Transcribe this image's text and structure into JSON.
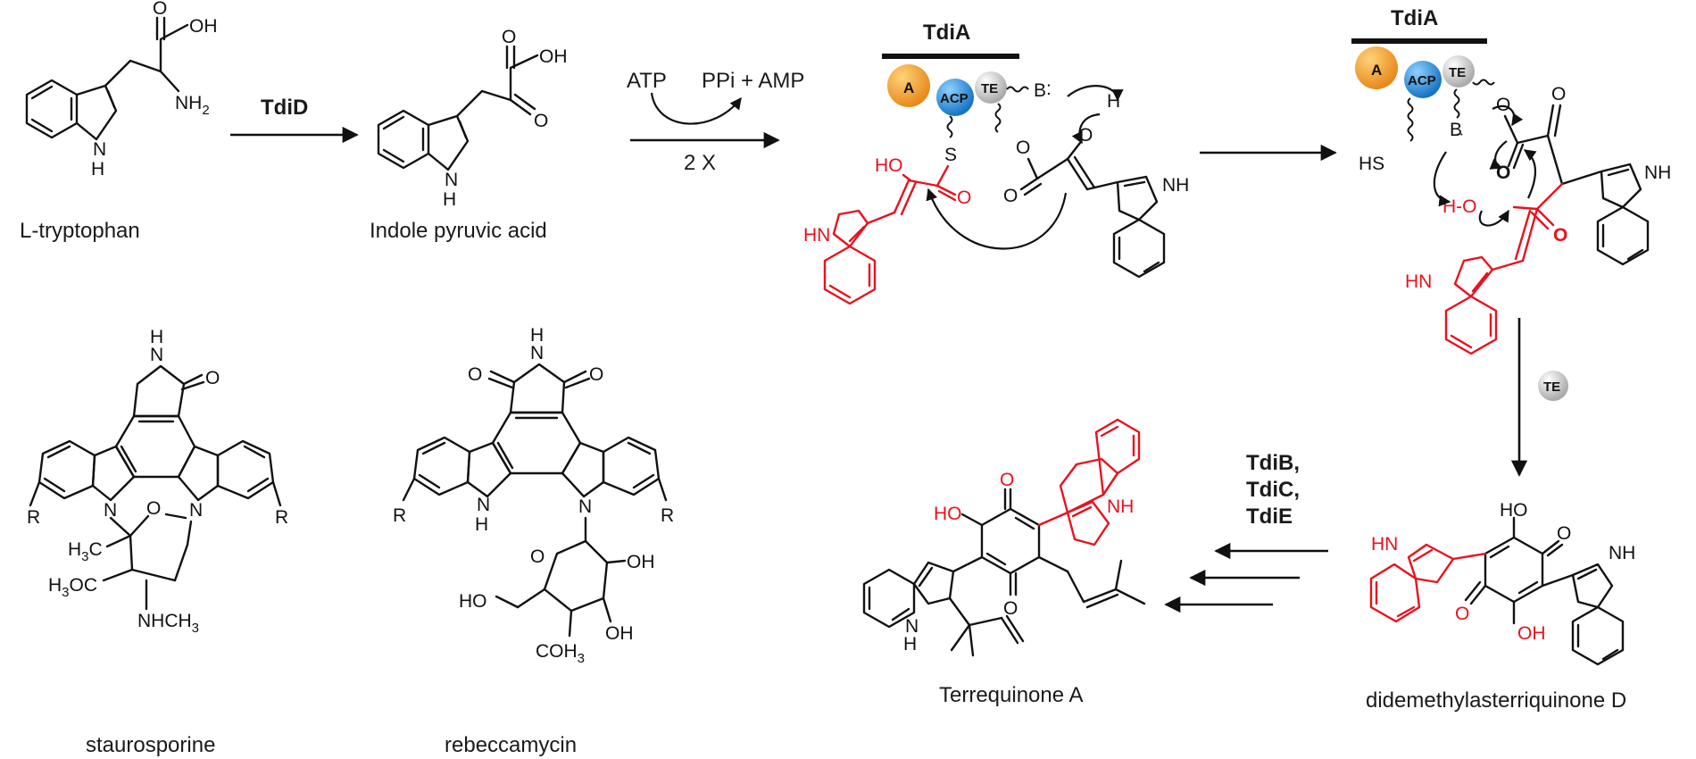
{
  "compounds": {
    "tryptophan": "L-tryptophan",
    "ipa": "Indole pyruvic acid",
    "staurosporine": "staurosporine",
    "rebeccamycin": "rebeccamycin",
    "terrequinone": "Terrequinone A",
    "didemethyl": "didemethylasterriquinone D"
  },
  "enzymes": {
    "tdid": "TdiD",
    "tdia_1": "TdiA",
    "tdia_2": "TdiA",
    "tdib": "TdiB,",
    "tdic": "TdiC,",
    "tdie": "TdiE"
  },
  "cofactors": {
    "atp": "ATP",
    "ppi_amp": "PPi + AMP",
    "two_x": "2 X"
  },
  "domains": {
    "a": "A",
    "acp": "ACP",
    "te": "TE"
  },
  "atoms": {
    "oh": "OH",
    "nh2": "NH",
    "nh2_sub": "2",
    "nh": "NH",
    "hn": "HN",
    "h": "H",
    "n": "N",
    "o": "O",
    "s": "S",
    "hs": "HS",
    "b": "B",
    "ho": "HO",
    "r": "R",
    "h3c": "H",
    "h3c_sub": "3",
    "h3c_c": "C",
    "h3oc": "H",
    "h3oc_sub": "3",
    "h3oc_oc": "OC",
    "nhch3": "NHCH",
    "nhch3_sub": "3",
    "coh3": "COH",
    "coh3_sub": "3",
    "h_o": "H-O"
  },
  "colors": {
    "highlight": "#e8121e",
    "domain_a": "#f39c1e",
    "domain_acp": "#1f8fd6",
    "domain_te": "#c8c8c8"
  }
}
